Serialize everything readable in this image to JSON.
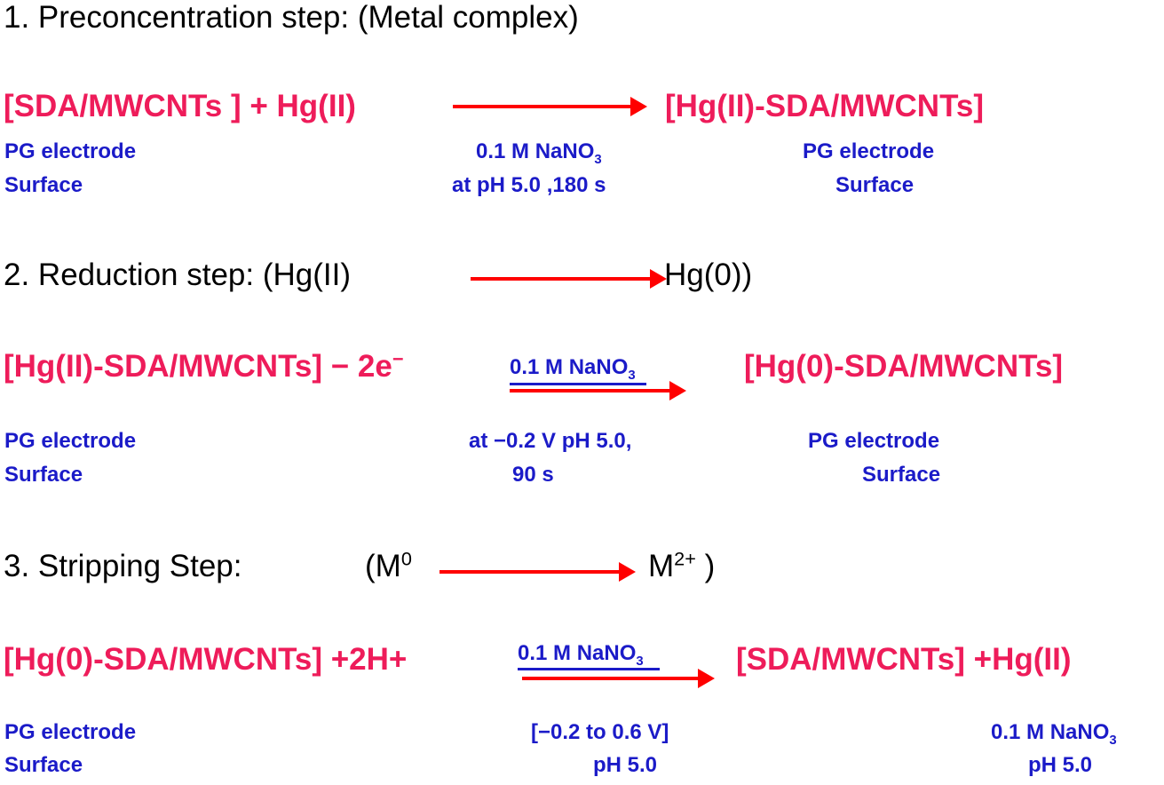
{
  "colors": {
    "reaction": "#ee1c5a",
    "annotation": "#1b1bc8",
    "arrow": "#ff0000",
    "heading": "#000000"
  },
  "step1": {
    "heading": "1.  Preconcentration step: (Metal complex)",
    "reactant": "[SDA/MWCNTs ]  + Hg(II)",
    "product": "[Hg(II)-SDA/MWCNTs]",
    "left_note": [
      "PG electrode",
      "Surface"
    ],
    "condition_line1": "0.1 M NaNO",
    "condition_sub": "3",
    "condition_line2": "at pH 5.0 ,180 s",
    "right_note": [
      "PG electrode",
      "Surface"
    ]
  },
  "step2": {
    "heading_prefix": "2. Reduction step: (Hg(II)",
    "heading_suffix": "Hg(0))",
    "reactant": "[Hg(II)-SDA/MWCNTs]  − 2e",
    "reactant_sup": "−",
    "condition": "0.1 M NaNO",
    "condition_sub": "3",
    "product": "[Hg(0)-SDA/MWCNTs]",
    "left_note": [
      "PG electrode",
      "Surface"
    ],
    "mid_note": [
      "at −0.2 V pH 5.0,",
      "90 s"
    ],
    "right_note": [
      "PG electrode",
      "Surface"
    ]
  },
  "step3": {
    "heading_prefix": "3. Stripping Step:",
    "heading_from": "(M",
    "heading_from_sup": "0",
    "heading_to": "M",
    "heading_to_sup": "2+",
    "heading_close": " )",
    "reactant": "[Hg(0)-SDA/MWCNTs] +2H+",
    "condition": "0.1 M NaNO",
    "condition_sub": "3",
    "product": "[SDA/MWCNTs] +Hg(II)",
    "left_note": [
      "PG electrode",
      "Surface"
    ],
    "mid_note": [
      "[−0.2 to 0.6 V]",
      "pH 5.0"
    ],
    "right_note_line1": "0.1 M NaNO",
    "right_note_sub": "3",
    "right_note_line2": "pH 5.0"
  }
}
